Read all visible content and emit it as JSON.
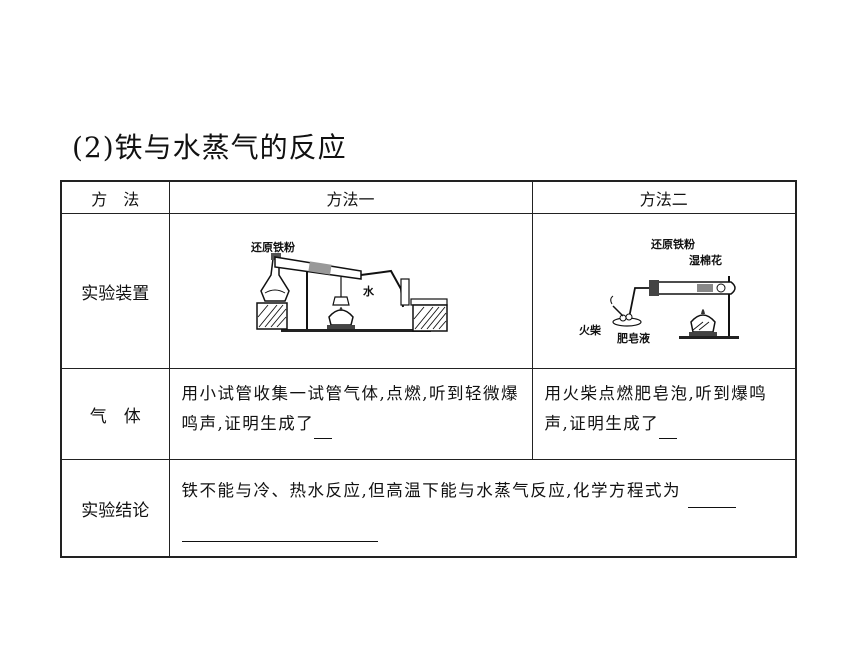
{
  "title": "(2)铁与水蒸气的反应",
  "header": {
    "c0": "方　法",
    "c1": "方法一",
    "c2": "方法二"
  },
  "rows": {
    "apparatus": {
      "label": "实验装置",
      "m1_labels": {
        "iron": "还原铁粉",
        "water": "水"
      },
      "m2_labels": {
        "iron": "还原铁粉",
        "cotton": "湿棉花",
        "match": "火柴",
        "soap": "肥皂液"
      }
    },
    "gas": {
      "label": "气　体",
      "m1_text": "用小试管收集一试管气体,点燃,听到轻微爆鸣声,证明生成了",
      "m2_text": "用火柴点燃肥皂泡,听到爆鸣声,证明生成了"
    },
    "conclusion": {
      "label": "实验结论",
      "text": "铁不能与冷、热水反应,但高温下能与水蒸气反应,化学方程式为"
    }
  }
}
